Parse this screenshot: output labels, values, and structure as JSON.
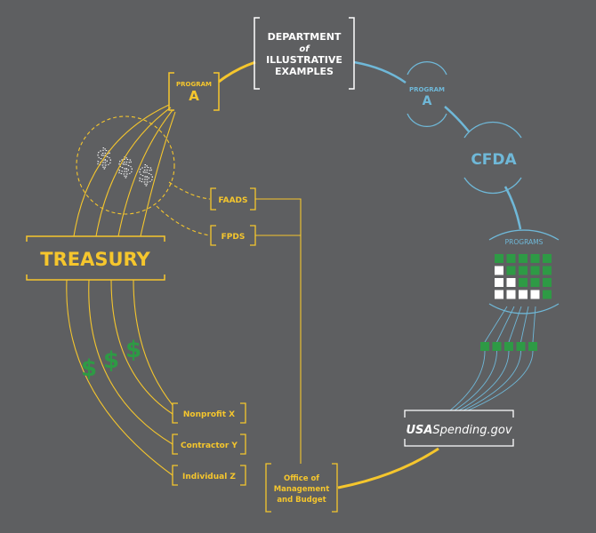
{
  "department": {
    "line1": "DEPARTMENT",
    "line2": "of",
    "line3": "ILLUSTRATIVE",
    "line4": "EXAMPLES"
  },
  "program_yellow": {
    "top": "PROGRAM",
    "letter": "A"
  },
  "program_blue": {
    "top": "PROGRAM",
    "letter": "A"
  },
  "cfda": "CFDA",
  "programs_label": "PROGRAMS",
  "usaspending": {
    "prefix": "USA",
    "suffix": "Spending.gov"
  },
  "treasury": "TREASURY",
  "faads": "FAADS",
  "fpds": "FPDS",
  "recipients": [
    "Nonprofit X",
    "Contractor Y",
    "Individual Z"
  ],
  "omb": {
    "line1": "Office of",
    "line2": "Management",
    "line3": "and Budget"
  },
  "dollar_symbol": "$",
  "colors": {
    "background": "#5e5f61",
    "yellow": "#f5c62d",
    "blue": "#6fb8d8",
    "green": "#2e9a45",
    "white": "#ffffff"
  },
  "programs_grid": [
    [
      "green",
      "green",
      "green",
      "green",
      "green"
    ],
    [
      "white",
      "green",
      "green",
      "green",
      "green"
    ],
    [
      "white",
      "white",
      "green",
      "green",
      "green"
    ],
    [
      "white",
      "white",
      "white",
      "white",
      "green"
    ]
  ],
  "output_squares": 5
}
